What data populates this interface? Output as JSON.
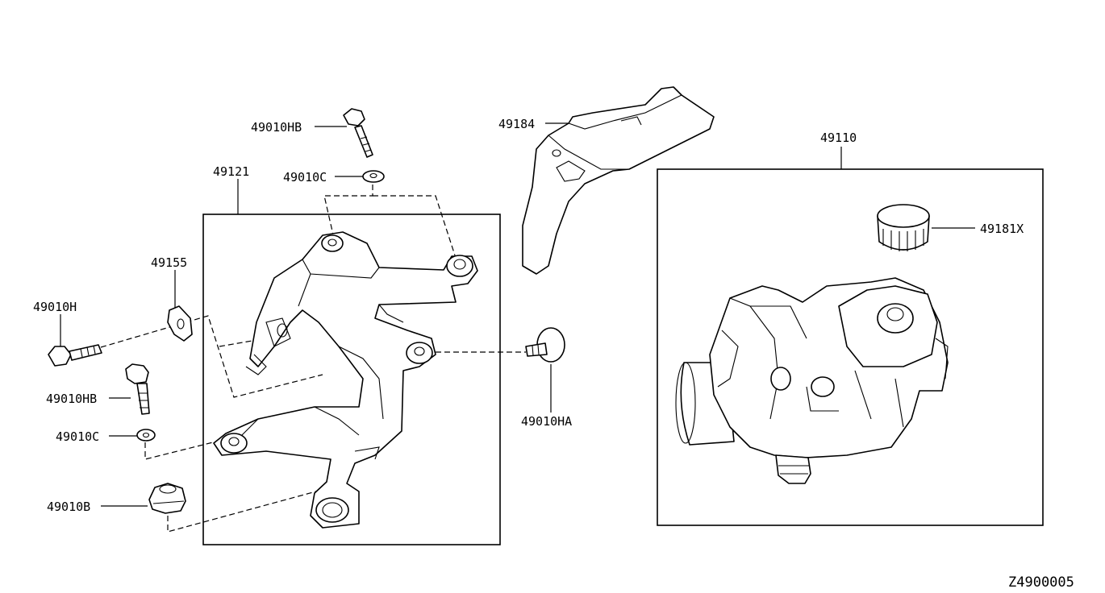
{
  "diagram": {
    "drawing_code": "Z4900005",
    "labels": {
      "bolt_upper": "49010HB",
      "washer_upper": "49010C",
      "bracket": "49121",
      "washer_plate": "49155",
      "bolt_left": "49010H",
      "bolt_lower": "49010HB",
      "washer_lower": "49010C",
      "nut": "49010B",
      "stud_bolt": "49010HA",
      "cover": "49184",
      "pump_assy": "49110",
      "cap": "49181X"
    }
  }
}
